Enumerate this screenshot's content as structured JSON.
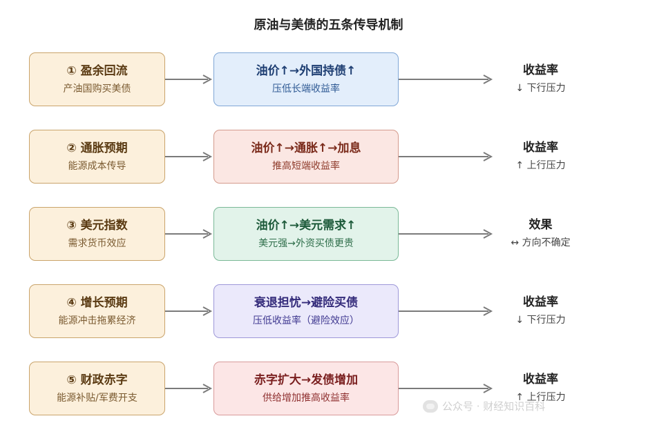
{
  "title": "原油与美债的五条传导机制",
  "rows": [
    {
      "cause": {
        "title": "① 盈余回流",
        "sub": "产油国购买美债"
      },
      "mechanism": {
        "title": "油价↑→外国持债↑",
        "sub": "压低长端收益率",
        "color": "#e3eefb"
      },
      "effect": {
        "title": "收益率",
        "sub": "↓ 下行压力"
      }
    },
    {
      "cause": {
        "title": "② 通胀预期",
        "sub": "能源成本传导"
      },
      "mechanism": {
        "title": "油价↑→通胀↑→加息",
        "sub": "推高短端收益率",
        "color": "#fbe7e3"
      },
      "effect": {
        "title": "收益率",
        "sub": "↑ 上行压力"
      }
    },
    {
      "cause": {
        "title": "③ 美元指数",
        "sub": "需求货币效应"
      },
      "mechanism": {
        "title": "油价↑→美元需求↑",
        "sub": "美元强→外资买债更贵",
        "color": "#e2f3ea"
      },
      "effect": {
        "title": "效果",
        "sub": "↔ 方向不确定"
      }
    },
    {
      "cause": {
        "title": "④ 增长预期",
        "sub": "能源冲击拖累经济"
      },
      "mechanism": {
        "title": "衰退担忧→避险买债",
        "sub": "压低收益率（避险效应）",
        "color": "#ebe9fb"
      },
      "effect": {
        "title": "收益率",
        "sub": "↓ 下行压力"
      }
    },
    {
      "cause": {
        "title": "⑤ 财政赤字",
        "sub": "能源补贴/军费开支"
      },
      "mechanism": {
        "title": "赤字扩大→发债增加",
        "sub": "供给增加推高收益率",
        "color": "#fce6e6"
      },
      "effect": {
        "title": "收益率",
        "sub": "↑ 上行压力"
      }
    }
  ],
  "watermark": "公众号 · 财经知识百科"
}
